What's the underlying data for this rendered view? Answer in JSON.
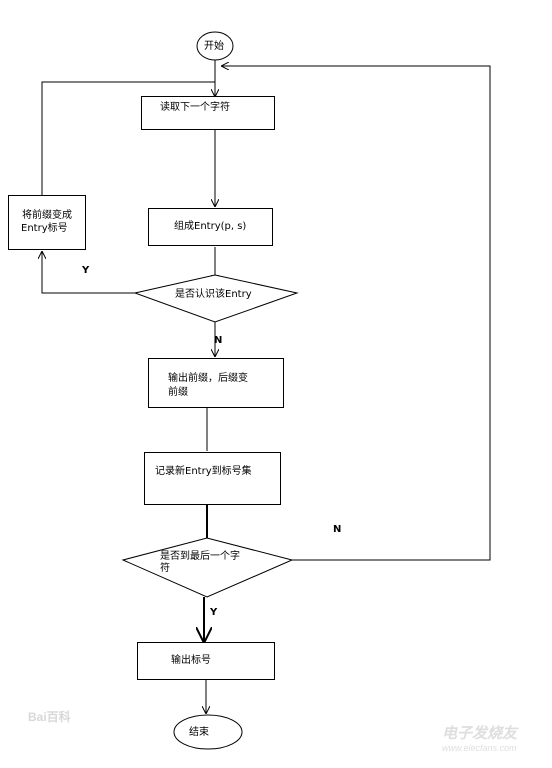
{
  "nodes": {
    "start": "开始",
    "read_char": "读取下一个字符",
    "make_entry": "组成Entry(p, s)",
    "prefix_line1": "将前缀变成",
    "prefix_line2": "Entry标号",
    "is_known": "是否认识该Entry",
    "output_line1": "输出前缀，后缀变",
    "output_line2": "前缀",
    "record": "记录新Entry到标号集",
    "last_line1": "是否到最后一个字",
    "last_line2": "符",
    "output_code": "输出标号",
    "end": "结束"
  },
  "edge_labels": {
    "known_yes": "Y",
    "known_no": "N",
    "last_no": "N",
    "last_yes": "Y"
  },
  "watermarks": {
    "left": "Bai百科",
    "right_main": "电子发烧友",
    "right_sub": "www.elecfans.com"
  },
  "colors": {
    "line": "#000000",
    "watermark": "#d8d8d8"
  }
}
